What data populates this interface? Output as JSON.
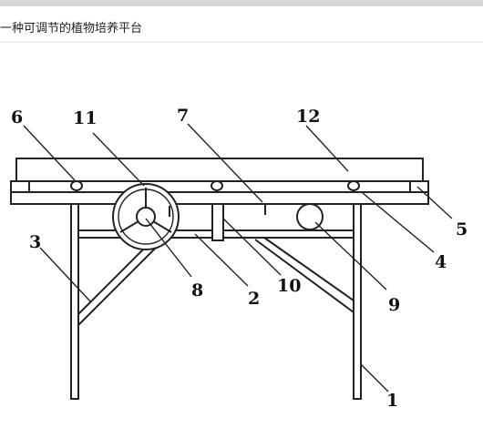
{
  "page": {
    "title": "一种可调节的植物培养平台"
  },
  "figure": {
    "labels": {
      "l1": "1",
      "l2": "2",
      "l3": "3",
      "l4": "4",
      "l5": "5",
      "l6": "6",
      "l7": "7",
      "l8": "8",
      "l9": "9",
      "l10": "10",
      "l11": "11",
      "l12": "12"
    }
  }
}
